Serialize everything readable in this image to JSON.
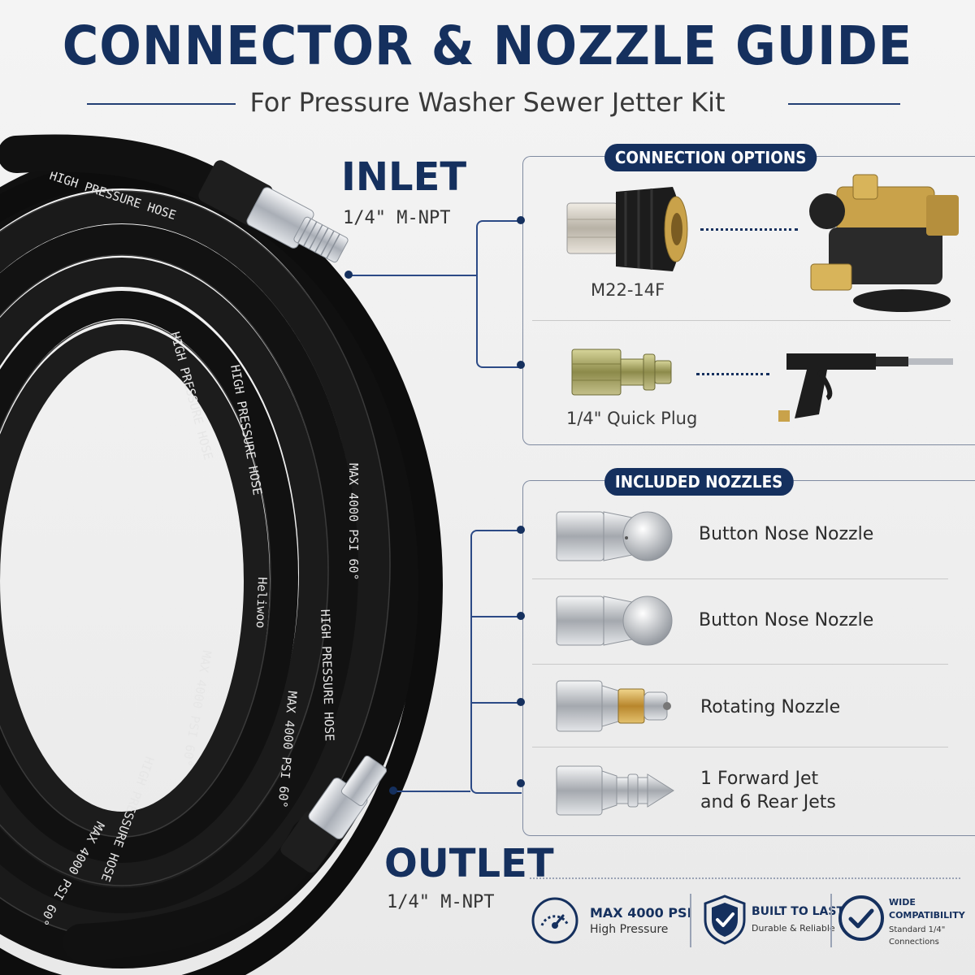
{
  "header": {
    "title": "CONNECTOR & NOZZLE GUIDE",
    "subtitle": "For Pressure Washer Sewer Jetter Kit"
  },
  "inlet": {
    "title": "INLET",
    "spec": "1/4\" M-NPT"
  },
  "outlet": {
    "title": "OUTLET",
    "spec": "1/4\" M-NPT"
  },
  "connection_options": {
    "heading": "CONNECTION OPTIONS",
    "items": [
      {
        "label": "M22-14F",
        "icon": "m22-coupler-icon",
        "target_icon": "pump-icon"
      },
      {
        "label": "1/4\" Quick Plug",
        "icon": "quick-plug-icon",
        "target_icon": "spray-gun-icon"
      }
    ]
  },
  "included_nozzles": {
    "heading": "INCLUDED NOZZLES",
    "items": [
      {
        "label": "Button Nose Nozzle",
        "icon": "button-nose-nozzle-icon"
      },
      {
        "label": "Button Nose Nozzle",
        "icon": "button-nose-nozzle-icon"
      },
      {
        "label": "Rotating Nozzle",
        "icon": "rotating-nozzle-icon"
      },
      {
        "label_line1": "1 Forward Jet",
        "label_line2": "and 6 Rear Jets",
        "icon": "forward-rear-jet-nozzle-icon"
      }
    ]
  },
  "features": [
    {
      "title": "MAX 4000 PSI",
      "sub": "High Pressure",
      "icon": "gauge-icon"
    },
    {
      "title": "BUILT TO LAST",
      "sub": "Durable & Reliable",
      "icon": "shield-check-icon"
    },
    {
      "title_line1": "WIDE",
      "title_line2": "COMPATIBILITY",
      "sub_line1": "Standard 1/4\"",
      "sub_line2": "Connections",
      "icon": "check-circle-icon"
    }
  ],
  "hose_print": {
    "brand": "Heliwoo",
    "text1": "HIGH PRESSURE HOSE",
    "text2": "MAX 4000 PSI 60°"
  },
  "colors": {
    "navy": "#15305e",
    "accent_line": "#2c4a86",
    "hose": "#151515",
    "steel": "#c8ccd2",
    "brass": "#c9a24a"
  }
}
